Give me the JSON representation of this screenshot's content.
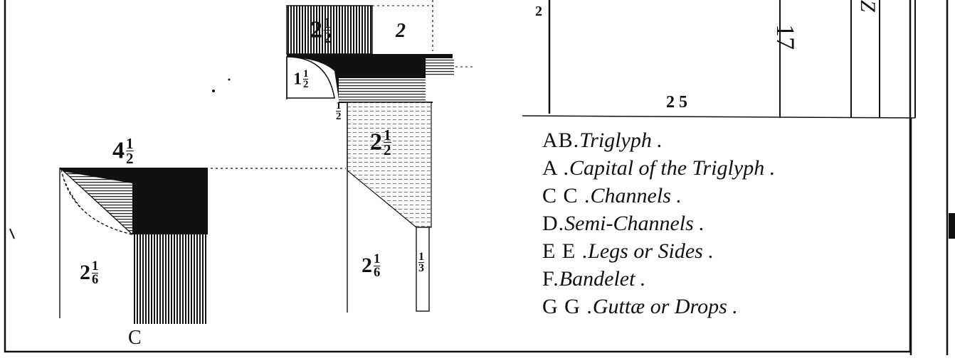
{
  "plate": {
    "labels": {
      "top_left_whole": "2",
      "top_left_num": "1",
      "top_left_den": "2",
      "top_right": "2",
      "one_half_whole": "1",
      "one_half_num": "1",
      "one_half_den": "2",
      "half_num": "1",
      "half_den": "2",
      "mid_whole": "2",
      "mid_num": "1",
      "mid_den": "2",
      "left_top_whole": "4",
      "left_top_num": "1",
      "left_top_den": "2",
      "left_side_whole": "2",
      "left_side_num": "1",
      "left_side_den": "6",
      "right_side_whole": "2",
      "right_side_num": "1",
      "right_side_den": "6",
      "band_num": "1",
      "band_den": "3",
      "corner_letter": "C",
      "upper_num_a": "2",
      "upper_num_b": "17",
      "upper_num_c": "Z",
      "bottom_measure": "2 5"
    },
    "legend": [
      {
        "key": "AB.",
        "desc": "Triglyph ."
      },
      {
        "key": "A .",
        "desc": "Capital of the Triglyph ."
      },
      {
        "key": "C C .",
        "desc": "Channels ."
      },
      {
        "key": "D.",
        "desc": "Semi-Channels ."
      },
      {
        "key": "E E .",
        "desc": "Legs or Sides ."
      },
      {
        "key": "F.",
        "desc": "Bandelet ."
      },
      {
        "key": "G G .",
        "desc": "Guttæ or Drops ."
      }
    ]
  },
  "colors": {
    "ink": "#111111",
    "paper": "#ffffff"
  }
}
